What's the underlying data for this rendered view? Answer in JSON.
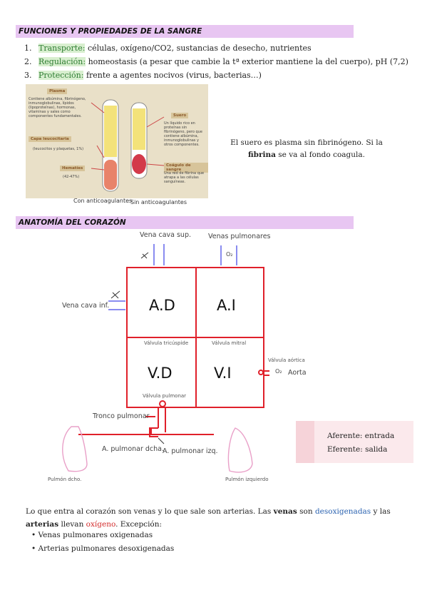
{
  "section1": {
    "title": "FUNCIONES Y PROPIEDADES DE LA SANGRE"
  },
  "functions": [
    {
      "num": "1.",
      "label": "Transporte:",
      "text": " células, oxígeno/CO2, sustancias de desecho, nutrientes"
    },
    {
      "num": "2.",
      "label": "Regulación:",
      "text": " homeostasis (a pesar que cambie la tª exterior mantiene la del cuerpo), pH (7,2)"
    },
    {
      "num": "3.",
      "label": "Protección:",
      "text": " frente a agentes nocivos (virus, bacterias…)"
    }
  ],
  "figure": {
    "plasma_title": "Plasma",
    "plasma_text": "Contiene albúmina, fibrinógeno, inmunoglobulinas, lípidos (lipoproteínas), hormonas, vitaminas y sales como componentes fundamentales.",
    "buffy_title": "Capa leucocitaria",
    "buffy_text": "(leucocitos y plaquetas, 1%)",
    "hematies_title": "Hematíes",
    "hematies_text": "(42-47%)",
    "suero_title": "Suero",
    "suero_text": "Un líquido rico en proteínas sin fibrinógeno, pero que contiene albúmina, inmunoglobulinas y otros componentes.",
    "coagulo_title": "Coágulo de sangre",
    "coagulo_text": "Una red de fibrina que atrapa a las células sanguíneas.",
    "caption_left": "Con anticoagulantes",
    "caption_right": "Sin anticoagulantes"
  },
  "note": {
    "part1": "El suero es plasma sin fibrinógeno. Si la ",
    "bold": "fibrina",
    "part2": " se va al fondo coagula."
  },
  "section2": {
    "title": "ANATOMÍA DEL CORAZÓN"
  },
  "heart": {
    "vena_cava_sup": "Vena cava sup.",
    "venas_pulmonares": "Venas pulmonares",
    "o2_top": "O₂",
    "vena_cava_inf": "Vena cava inf.",
    "ad": "A.D",
    "ai": "A.I",
    "vd": "V.D",
    "vi": "V.I",
    "valvula_tricuspide": "Válvula tricúspide",
    "valvula_mitral": "Válvula mitral",
    "valvula_aortica": "Válvula aórtica",
    "o2_aorta": "O₂",
    "aorta": "Aorta",
    "valvula_pulmonar": "Válvula pulmonar",
    "tronco_pulmonar": "Tronco pulmonar",
    "a_pulmonar_dcha": "A. pulmonar dcha.",
    "a_pulmonar_izq": "A. pulmonar izq.",
    "pulmon_dcho": "Pulmón dcho.",
    "pulmon_izquierdo": "Pulmón izquierdo",
    "colors": {
      "wall": "#e0202a",
      "venous": "#8a8cf0"
    }
  },
  "legend_box": {
    "aferente": "Aferente: entrada",
    "eferente": "Eferente: salida"
  },
  "paragraph": {
    "p1": "Lo que entra al corazón son venas y lo que sale son arterias. Las ",
    "venas": "venas",
    "p2": " son ",
    "desox": "desoxigenadas",
    "p3": " y las ",
    "arterias": "arterias",
    "p4": " llevan ",
    "oxigeno": "oxígeno",
    "p5": ". Excepción:"
  },
  "bullets": [
    "• Venas pulmonares oxigenadas",
    "• Arterias pulmonares desoxigenadas"
  ]
}
